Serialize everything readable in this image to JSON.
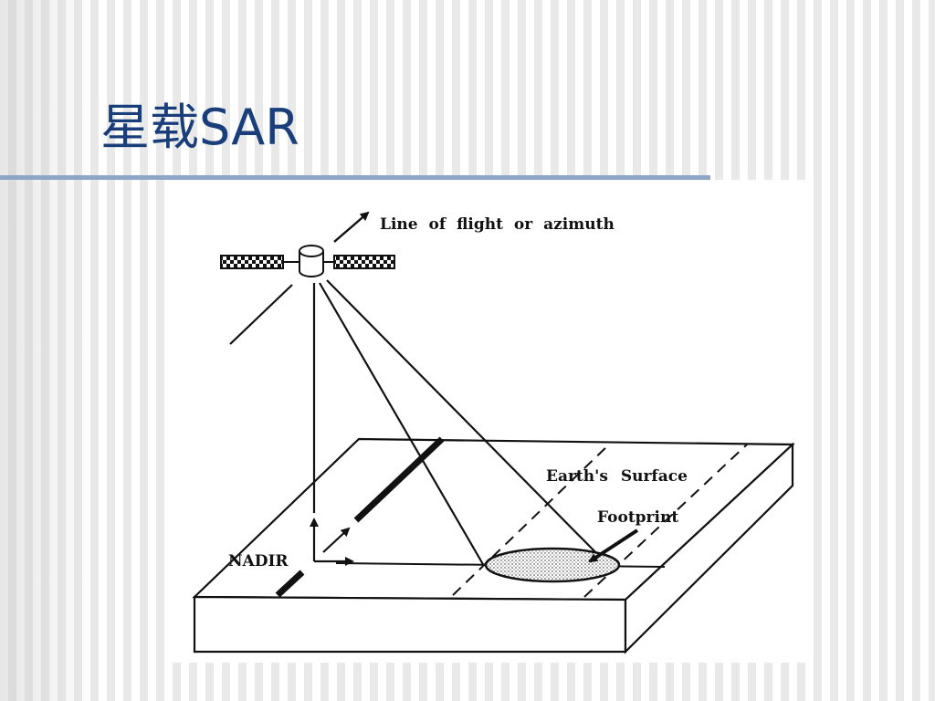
{
  "slide": {
    "title": "星载SAR"
  },
  "diagram": {
    "labels": {
      "flight": "Line of flight or azimuth",
      "earth": "Earth's Surface",
      "footprint": "Footprint",
      "nadir": "NADIR"
    },
    "colors": {
      "title": "#1a3e7a",
      "rule": "#8ea5c8",
      "ink": "#111111"
    }
  }
}
